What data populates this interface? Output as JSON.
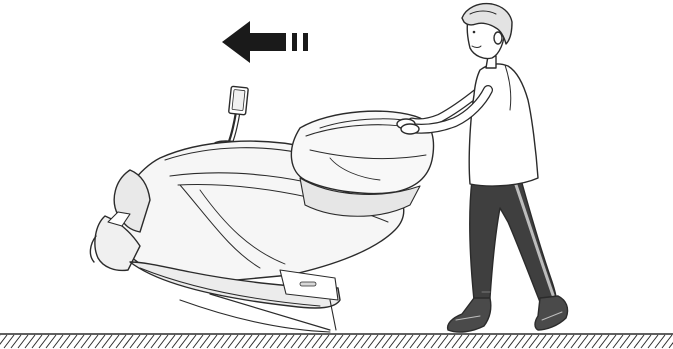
{
  "illustration": {
    "subject": "person-pushing-massage-chair",
    "direction": "left",
    "icons": [
      "move-left-arrow-icon",
      "massage-chair",
      "person",
      "floor-hatching"
    ],
    "colors": {
      "outline": "#2b2b2b",
      "chair_fill": "#f6f6f6",
      "chair_shade": "#e9e9e9",
      "shirt": "#ffffff",
      "pants": "#3f3f3f",
      "pants_stripe": "#bdbdbd",
      "hair": "#e3e3e3",
      "shoes": "#4a4a4a",
      "arrow": "#1a1a1a"
    }
  }
}
